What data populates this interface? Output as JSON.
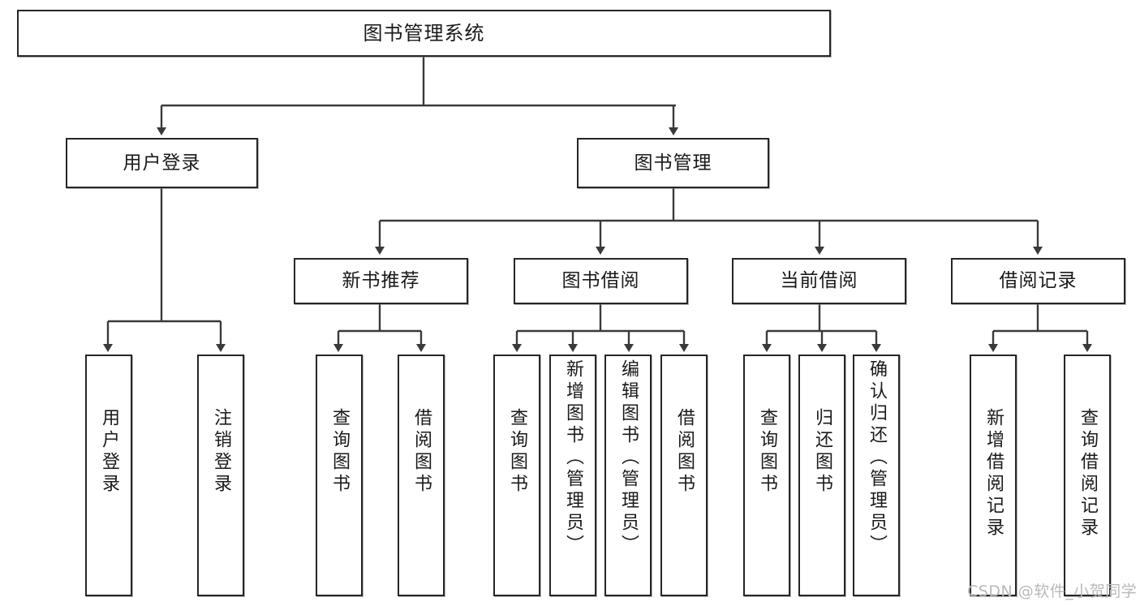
{
  "diagram": {
    "title": "图书管理系统",
    "type": "functional-decomposition-tree",
    "root": {
      "id": "root",
      "label": "图书管理系统"
    },
    "level2": [
      {
        "id": "user-login",
        "label": "用户登录"
      },
      {
        "id": "book-management",
        "label": "图书管理"
      }
    ],
    "level3": [
      {
        "id": "new-book-recommend",
        "label": "新书推荐",
        "parent": "book-management"
      },
      {
        "id": "book-borrow",
        "label": "图书借阅",
        "parent": "book-management"
      },
      {
        "id": "current-borrow",
        "label": "当前借阅",
        "parent": "book-management"
      },
      {
        "id": "borrow-record",
        "label": "借阅记录",
        "parent": "book-management"
      }
    ],
    "leaves": [
      {
        "id": "leaf-user-login",
        "label": "用户登录",
        "parent": "user-login"
      },
      {
        "id": "leaf-logout-login",
        "label": "注销登录",
        "parent": "user-login"
      },
      {
        "id": "leaf-query-book-1",
        "label": "查询图书",
        "parent": "new-book-recommend"
      },
      {
        "id": "leaf-borrow-book-1",
        "label": "借阅图书",
        "parent": "new-book-recommend"
      },
      {
        "id": "leaf-query-book-2",
        "label": "查询图书",
        "parent": "book-borrow"
      },
      {
        "id": "leaf-add-book",
        "label": "新增图书（管理员）",
        "parent": "book-borrow"
      },
      {
        "id": "leaf-edit-book",
        "label": "编辑图书（管理员）",
        "parent": "book-borrow"
      },
      {
        "id": "leaf-borrow-book-2",
        "label": "借阅图书",
        "parent": "book-borrow"
      },
      {
        "id": "leaf-query-book-3",
        "label": "查询图书",
        "parent": "current-borrow"
      },
      {
        "id": "leaf-return-book",
        "label": "归还图书",
        "parent": "current-borrow"
      },
      {
        "id": "leaf-confirm-return",
        "label": "确认归还（管理员）",
        "parent": "current-borrow"
      },
      {
        "id": "leaf-add-record",
        "label": "新增借阅记录",
        "parent": "borrow-record"
      },
      {
        "id": "leaf-query-record",
        "label": "查询借阅记录",
        "parent": "borrow-record"
      }
    ],
    "watermark": "CSDN @软件_小贺同学",
    "colors": {
      "stroke": "#262626",
      "fill": "#ffffff",
      "text": "#1a1a1a",
      "watermark": "#b9b9b9"
    }
  }
}
